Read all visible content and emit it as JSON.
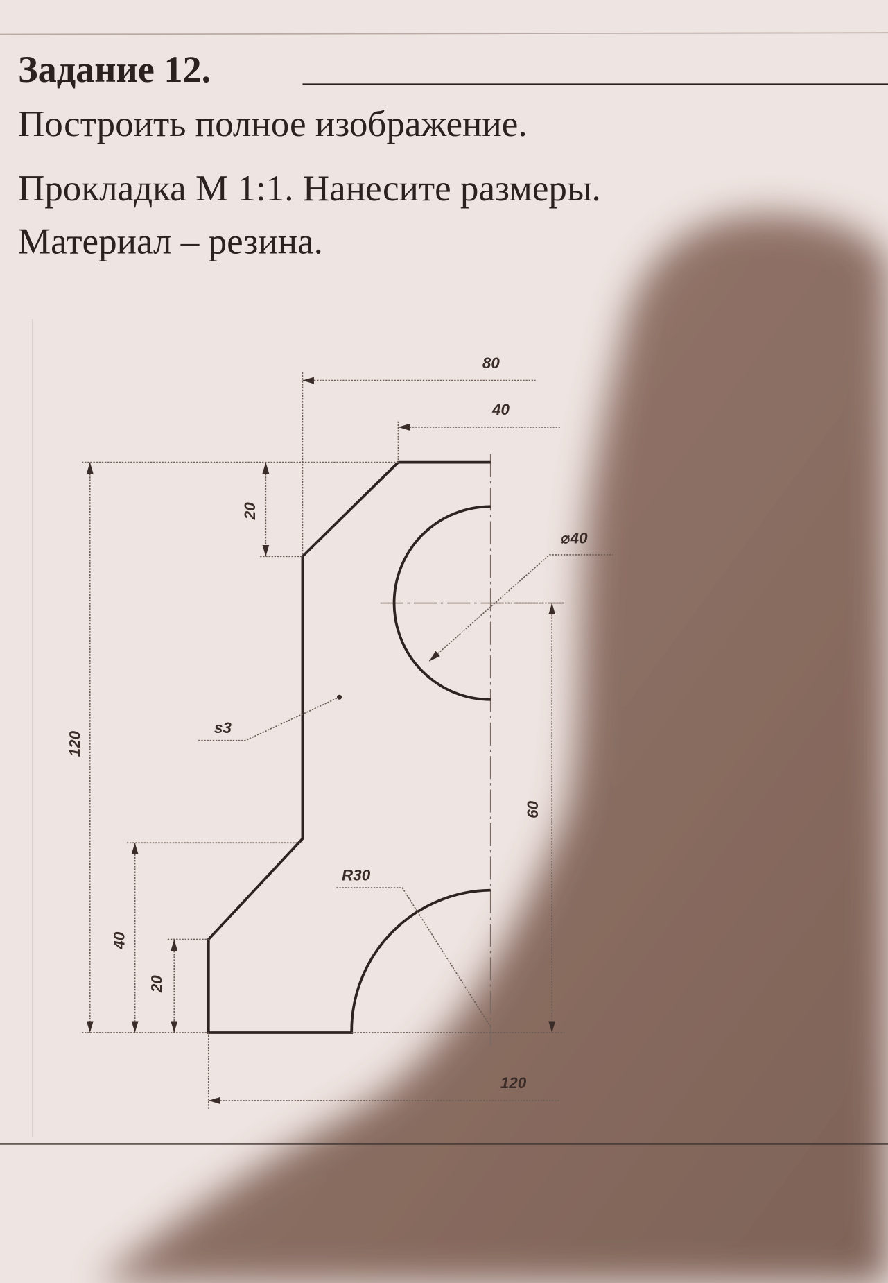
{
  "task": {
    "title": "Задание 12.",
    "lines": [
      "Построить полное изображение.",
      "Прокладка М 1:1. Нанесите размеры.",
      "Материал – резина."
    ]
  },
  "drawing": {
    "dimensions": {
      "top_80": "80",
      "top_40": "40",
      "top_20": "20",
      "diameter": "⌀40",
      "thickness": "s3",
      "right_60": "60",
      "radius": "R30",
      "left_height": "120",
      "left_40": "40",
      "left_20": "20",
      "bottom_120": "120"
    }
  },
  "colors": {
    "paper": "#eee4e1",
    "ink": "#2e2320",
    "shadow": "#7d5d50"
  }
}
